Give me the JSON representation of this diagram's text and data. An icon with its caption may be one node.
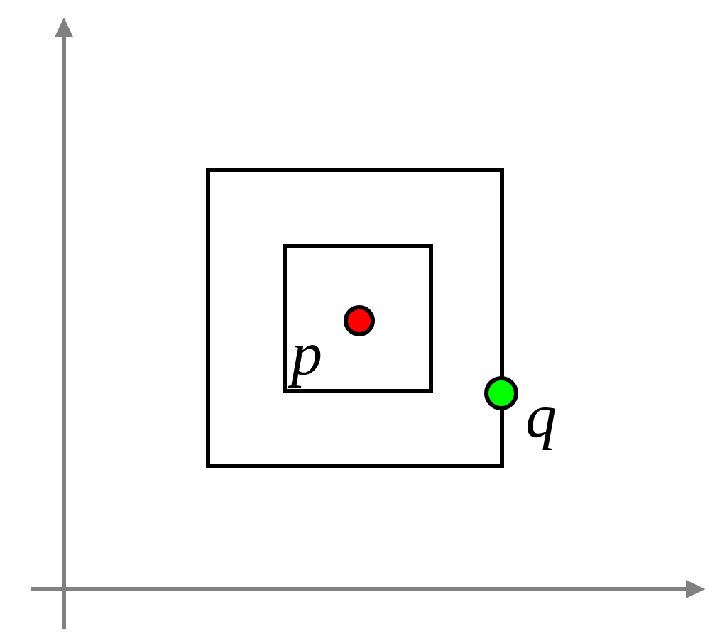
{
  "diagram": {
    "nodes": [
      {
        "text": [],
        "shape": "box"
      },
      {
        "text": [],
        "shape": "box",
        "in": 0
      },
      {
        "text": [],
        "shape": "circle",
        "in": 1,
        "beside": [
          "p"
        ]
      },
      {
        "text": [],
        "shape": "circle",
        "beside": [
          "q"
        ]
      }
    ]
  }
}
